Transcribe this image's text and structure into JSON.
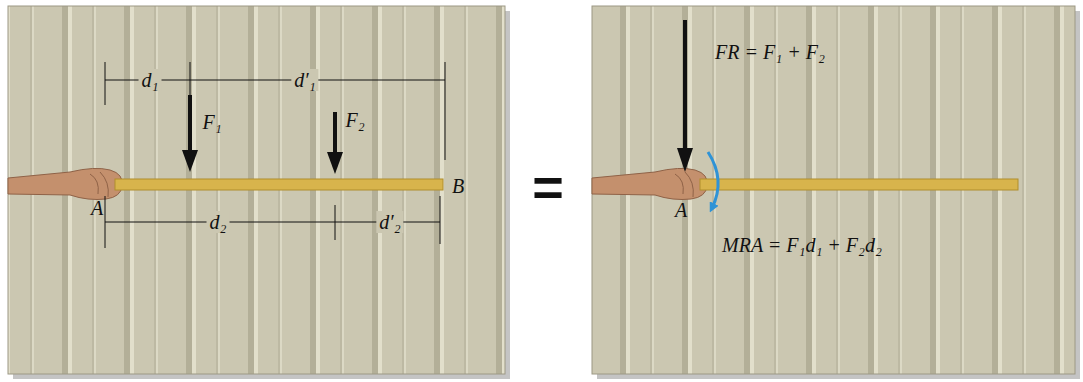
{
  "diagram": {
    "labels": [
      "d₁",
      "d′₁",
      "F₁",
      "F₂",
      "A",
      "B",
      "d₂",
      "d′₂",
      "=",
      "FR = F₁ + F₂",
      "A",
      "MRA = F₁d₁ + F₂d₂"
    ]
  }
}
